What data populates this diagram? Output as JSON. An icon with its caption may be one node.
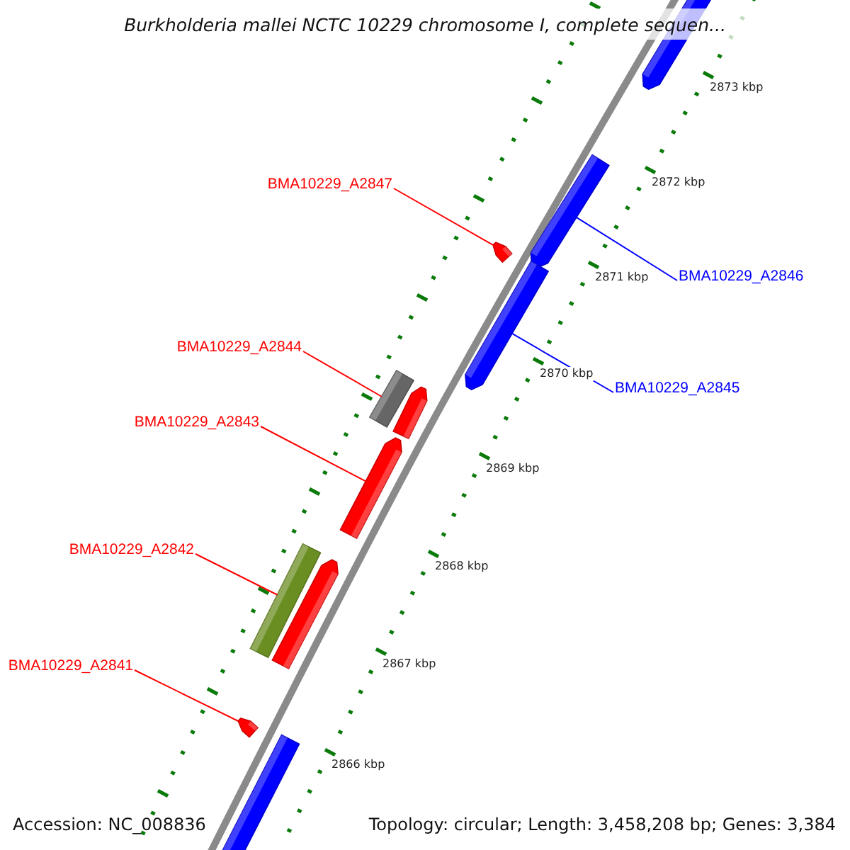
{
  "diagram": {
    "title": "Burkholderia mallei NCTC 10229 chromosome I, complete sequen...",
    "nodes": [
      {
        "text": [
          "BMA10229_A2847"
        ]
      },
      {
        "text": [
          "BMA10229_A2846"
        ]
      },
      {
        "text": [
          "BMA10229_A2844"
        ]
      },
      {
        "text": [
          "BMA10229_A2845"
        ]
      },
      {
        "text": [
          "BMA10229_A2843"
        ]
      },
      {
        "text": [
          "BMA10229_A2842"
        ]
      },
      {
        "text": [
          "BMA10229_A2841"
        ]
      },
      {
        "text": [],
        "shape": "arrow"
      },
      {
        "text": [],
        "shape": "arrow"
      },
      {
        "text": [],
        "shape": "arrow"
      },
      {
        "text": [],
        "shape": "arrow"
      },
      {
        "text": [],
        "shape": "bar"
      },
      {
        "text": [],
        "shape": "arrow"
      },
      {
        "text": [],
        "shape": "arrow"
      },
      {
        "text": [],
        "shape": "bar"
      },
      {
        "text": [],
        "shape": "arrow"
      },
      {
        "text": [],
        "shape": "arrow"
      },
      {
        "text": [],
        "shape": "arrow"
      }
    ],
    "edges": [
      {
        "from": 0,
        "to": 9,
        "arrow": "none"
      },
      {
        "from": 1,
        "to": 8,
        "arrow": "none",
        "color": "#0000ff"
      },
      {
        "from": 2,
        "to": 11,
        "arrow": "none"
      },
      {
        "from": 3,
        "to": 10,
        "arrow": "none",
        "color": "#0000ff"
      },
      {
        "from": 4,
        "to": 13,
        "arrow": "none"
      },
      {
        "from": 5,
        "to": 14,
        "arrow": "none"
      },
      {
        "from": 6,
        "to": 16,
        "arrow": "none"
      }
    ],
    "labels": [
      "2873 kbp",
      "2872 kbp",
      "2871 kbp",
      "2870 kbp",
      "2869 kbp",
      "2868 kbp",
      "2867 kbp",
      "2866 kbp",
      "Accession: NC_008836",
      "Topology: circular; Length: 3,458,208 bp; Genes: 3,384"
    ]
  }
}
